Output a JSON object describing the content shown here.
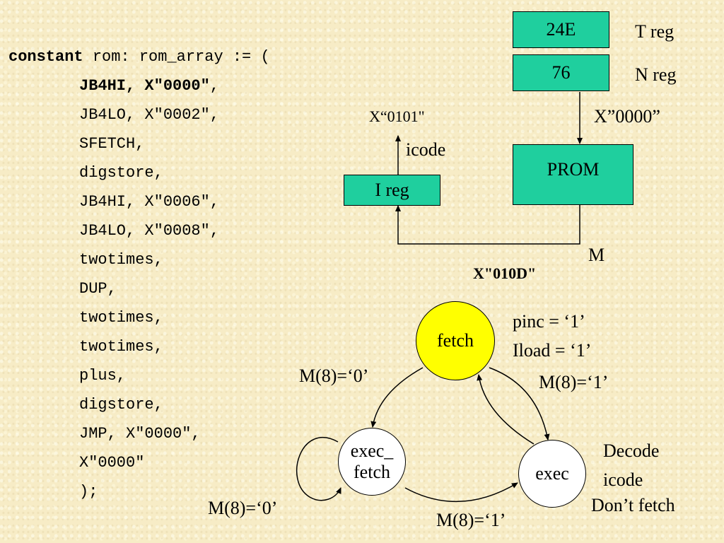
{
  "code": {
    "keyword": "constant",
    "first_rest": " rom: rom_array := (",
    "line2_a": "JB4HI, X\"0000\"",
    "line2_b": ",",
    "lines": [
      "JB4LO, X\"0002\",",
      "SFETCH,",
      "digstore,",
      "JB4HI, X\"0006\",",
      "JB4LO, X\"0008\",",
      "twotimes,",
      "DUP,",
      "twotimes,",
      "twotimes,",
      "plus,",
      "digstore,",
      "JMP, X\"0000\",",
      "X\"0000\"",
      ");"
    ]
  },
  "datapath": {
    "t_reg_value": "24E",
    "t_reg_label": "T reg",
    "n_reg_value": "76",
    "n_reg_label": "N reg",
    "prom_input": "X”0000”",
    "prom_label": "PROM",
    "ireg_label": "I reg",
    "ireg_output_value": "X“0101\"",
    "icode_label": "icode",
    "m_label": "M",
    "m_value": "X\"010D\""
  },
  "fsm": {
    "fetch": "fetch",
    "exec_fetch_1": "exec_",
    "exec_fetch_2": "fetch",
    "exec": "exec",
    "fetch_fill": "#ffff00",
    "fetch_action_1": "pinc = ‘1’",
    "fetch_action_2": "Iload = ‘1’",
    "t_fetch_to_exec_fetch": "M(8)=‘0’",
    "t_fetch_to_exec": "M(8)=‘1’",
    "t_exec_fetch_self": "M(8)=‘0’",
    "t_exec_fetch_to_exec": "M(8)=‘1’",
    "exec_note_1": "Decode",
    "exec_note_2": "icode",
    "exec_note_3": "Don’t fetch"
  }
}
